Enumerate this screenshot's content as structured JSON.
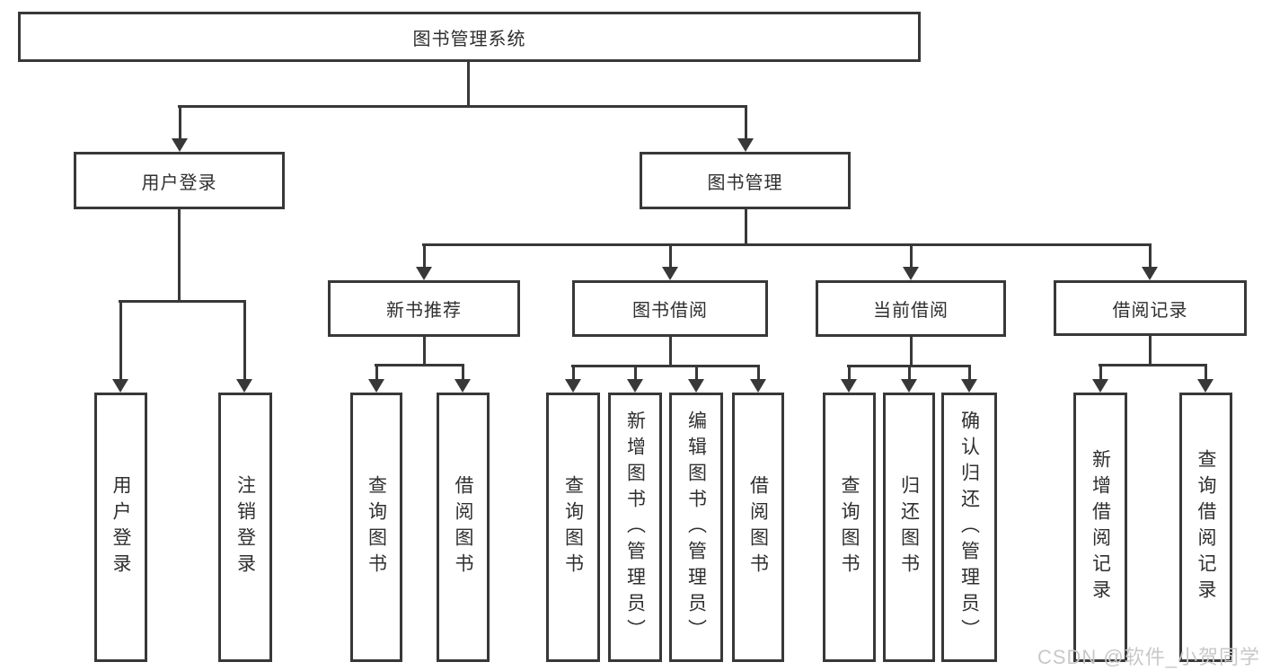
{
  "tree": {
    "root": "图书管理系统",
    "branches": [
      {
        "label": "用户登录",
        "children": [
          "用户登录",
          "注销登录"
        ]
      },
      {
        "label": "图书管理",
        "children": [
          {
            "label": "新书推荐",
            "children": [
              "查询图书",
              "借阅图书"
            ]
          },
          {
            "label": "图书借阅",
            "children": [
              "查询图书",
              "新增图书（管理员）",
              "编辑图书（管理员）",
              "借阅图书"
            ]
          },
          {
            "label": "当前借阅",
            "children": [
              "查询图书",
              "归还图书",
              "确认归还（管理员）"
            ]
          },
          {
            "label": "借阅记录",
            "children": [
              "新增借阅记录",
              "查询借阅记录"
            ]
          }
        ]
      }
    ]
  },
  "watermark": {
    "text": "CSDN @软件_小贺同学"
  },
  "colors": {
    "line": "#383838",
    "node_border": "#383838",
    "node_text": "#2f2f2f",
    "watermark_text": "#cac7cb",
    "background": "#ffffff"
  }
}
